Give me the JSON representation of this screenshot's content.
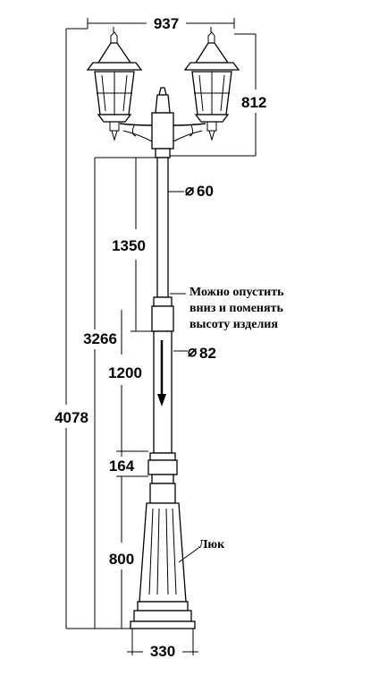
{
  "dimensions": {
    "total_width": "937",
    "lantern_height": "812",
    "total_height": "4078",
    "lower_height": "3266",
    "upper_section": "1350",
    "middle_section": "1200",
    "collar_section": "164",
    "base_section": "800",
    "base_width": "330",
    "upper_diameter": "60",
    "lower_diameter": "82",
    "diameter_symbol": "⌀"
  },
  "notes": {
    "lower_line1": "Можно опустить",
    "lower_line2": "вниз и поменять",
    "lower_line3": "высоту изделия",
    "hatch_label": "Люк"
  },
  "icons": {
    "arrow": "down-arrow-icon"
  }
}
